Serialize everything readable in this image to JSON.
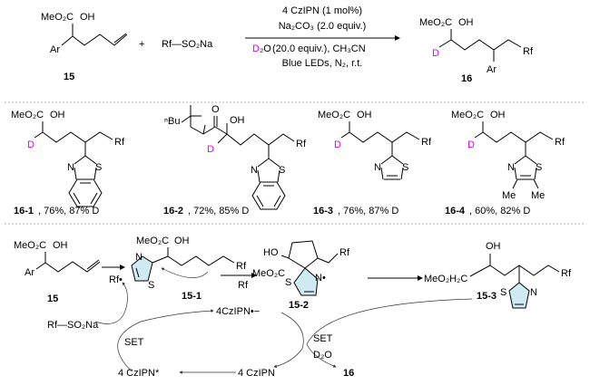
{
  "reaction": {
    "substrate": {
      "ester": "MeO₂C",
      "oh": "OH",
      "ar": "Ar",
      "label": "15"
    },
    "plus": "+",
    "reagent": "Rf—SO₂Na",
    "conditions": [
      "4 CzIPN (1 mol%)",
      "Na₂CO₃ (2.0 equiv.)",
      "(20.0 equiv.),  CH₃CN",
      "Blue LEDs, N₂, r.t."
    ],
    "d2o_d": "D",
    "d2o_rest": "₂O",
    "product": {
      "ester": "MeO₂C",
      "oh": "OH",
      "d": "D",
      "ar": "Ar",
      "rf": "Rf",
      "label": "16"
    }
  },
  "examples": [
    {
      "id": "16-1",
      "details": ", 76%, 87% D",
      "ester": "MeO₂C",
      "oh": "OH",
      "d": "D",
      "rf": "Rf",
      "n": "N",
      "s": "S"
    },
    {
      "id": "16-2",
      "details": ", 72%, 85% D",
      "o": "O",
      "nbu": "ⁿBu",
      "oh": "OH",
      "d": "D",
      "rf": "Rf",
      "n": "N",
      "s": "S"
    },
    {
      "id": "16-3",
      "details": ", 76%, 87% D",
      "ester": "MeO₂C",
      "oh": "OH",
      "d": "D",
      "rf": "Rf",
      "n": "N",
      "s": "S"
    },
    {
      "id": "16-4",
      "details": ", 60%, 82% D",
      "ester": "MeO₂C",
      "oh": "OH",
      "d": "D",
      "rf": "Rf",
      "n": "N",
      "s": "S",
      "me1": "Me",
      "me2": "Me"
    }
  ],
  "mechanism": {
    "s15": {
      "ester": "MeO₂C",
      "oh": "OH",
      "ar": "Ar",
      "label": "15"
    },
    "rf_radical": "Rf•",
    "i151": {
      "ester": "MeO₂C",
      "oh": "OH",
      "n": "N",
      "s": "S",
      "rf": "Rf",
      "label": "15-1"
    },
    "arrow_rf": "Rf",
    "i152": {
      "ho": "HO",
      "ester": "MeO₂C",
      "rf": "Rf",
      "n": "N•",
      "s": "S",
      "label": "15-2"
    },
    "i153": {
      "oh": "OH",
      "ester": "MeO₂H₂C",
      "rf": "Rf",
      "n": "N",
      "s": "S",
      "label": "15-3"
    },
    "radical_anion": "4CzIPN•−",
    "sulfinate": "Rf—SO₂Na",
    "set1": "SET",
    "set2": "SET",
    "d2o": "D₂O",
    "excited": "4 CzIPN*",
    "ground": "4 CzIPN",
    "product": "16"
  }
}
